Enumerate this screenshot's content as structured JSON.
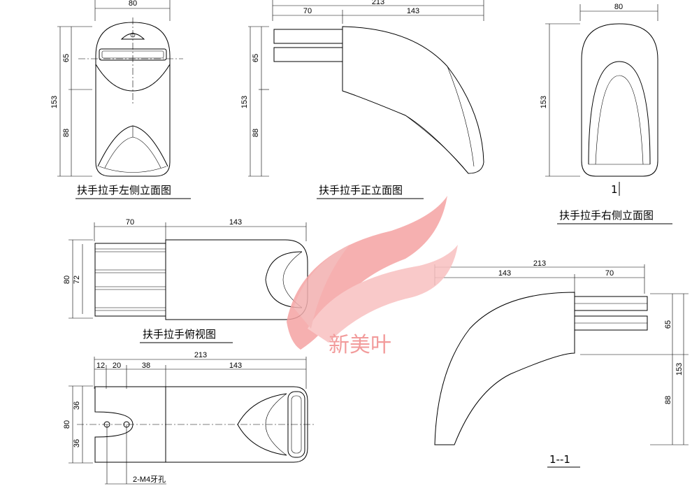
{
  "views": {
    "left_side": {
      "title": "扶手拉手左侧立面图",
      "dims": {
        "width": "80",
        "height_total": "153",
        "height_top": "65",
        "height_bottom": "88"
      }
    },
    "front": {
      "title": "扶手拉手正立面图",
      "dims": {
        "total": "213",
        "left": "70",
        "right": "143",
        "height_total": "153",
        "height_top": "65",
        "height_bottom": "88"
      }
    },
    "right_side": {
      "title": "扶手拉手右侧立面图",
      "section_mark": "1",
      "dims": {
        "width": "80",
        "height": "153"
      }
    },
    "top": {
      "title": "扶手拉手俯视图",
      "dims": {
        "left": "70",
        "right": "143",
        "height_outer": "80",
        "height_inner": "72"
      }
    },
    "bottom": {
      "dims": {
        "total": "213",
        "seg1": "12",
        "seg2": "20",
        "seg3": "38",
        "seg4": "143",
        "height": "80",
        "upper": "36",
        "lower": "36"
      },
      "note": "2-M4牙孔"
    },
    "section": {
      "title": "1--1",
      "dims": {
        "total": "213",
        "left": "143",
        "right": "70",
        "height_total": "153",
        "height_top": "65",
        "height_bottom": "88"
      }
    }
  },
  "watermark": {
    "text": "新美叶",
    "color": "#f08a8a"
  }
}
